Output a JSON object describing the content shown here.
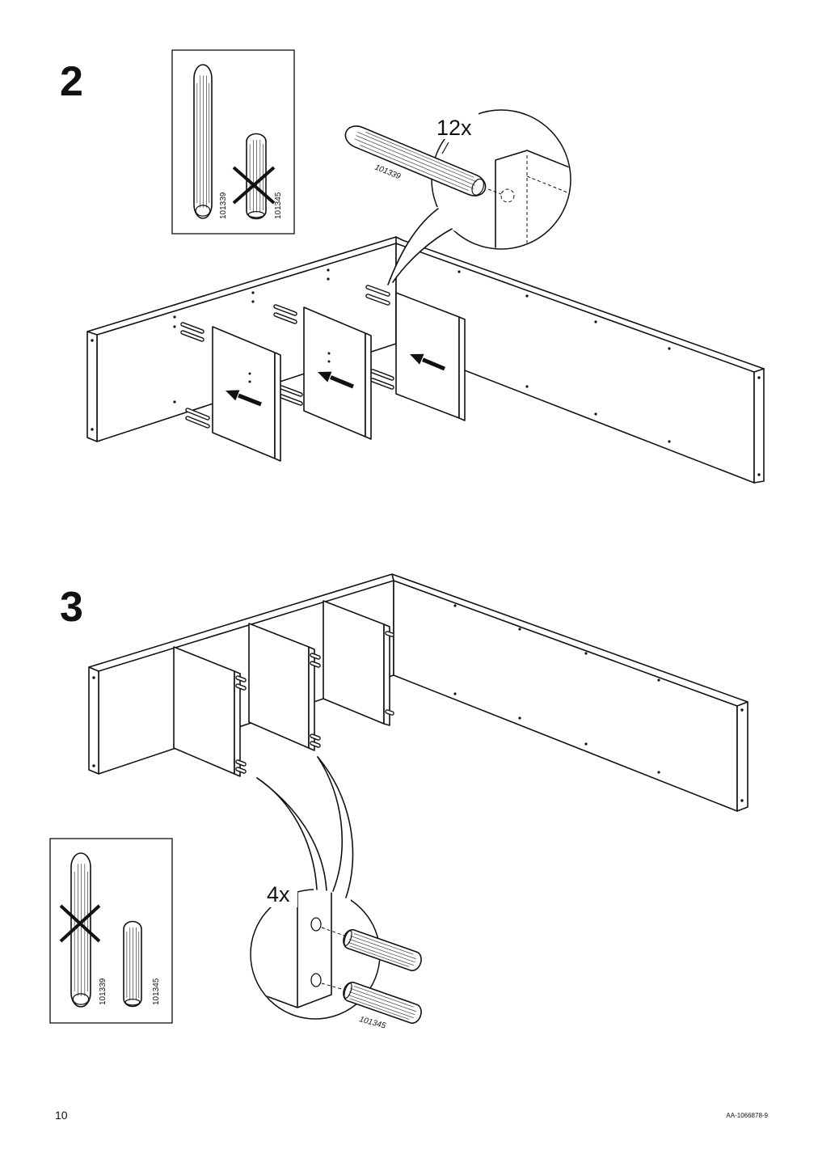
{
  "page": {
    "number": "10",
    "doc_code": "AA-1066878-9"
  },
  "steps": [
    {
      "number": "2",
      "quantity": "12x",
      "dowel_label": "101339",
      "parts": [
        {
          "code": "101339",
          "excluded": false
        },
        {
          "code": "101345",
          "excluded": true
        }
      ]
    },
    {
      "number": "3",
      "quantity": "4x",
      "dowel_label": "101345",
      "parts": [
        {
          "code": "101339",
          "excluded": true
        },
        {
          "code": "101345",
          "excluded": false
        }
      ]
    }
  ]
}
